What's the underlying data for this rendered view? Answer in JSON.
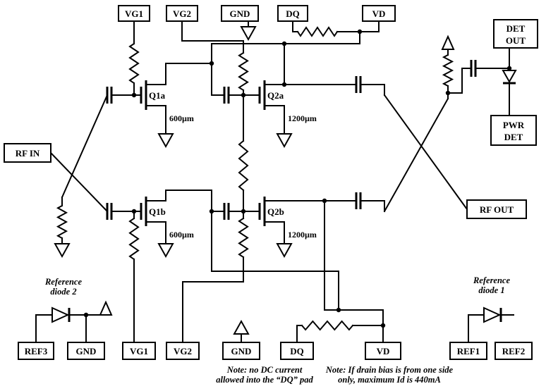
{
  "pads": {
    "top": [
      "VG1",
      "VG2",
      "GND",
      "DQ",
      "VD"
    ],
    "bottom": [
      "REF3",
      "GND",
      "VG1",
      "VG2",
      "GND",
      "DQ",
      "VD",
      "REF1",
      "REF2"
    ]
  },
  "ports": {
    "rf_in": "RF IN",
    "rf_out": "RF OUT",
    "det": {
      "l1": "DET",
      "l2": "OUT"
    },
    "pwr": {
      "l1": "PWR",
      "l2": "DET"
    }
  },
  "transistors": {
    "q1a": {
      "name": "Q1a",
      "size": "600µm"
    },
    "q2a": {
      "name": "Q2a",
      "size": "1200µm"
    },
    "q1b": {
      "name": "Q1b",
      "size": "600µm"
    },
    "q2b": {
      "name": "Q2b",
      "size": "1200µm"
    }
  },
  "annotations": {
    "ref2": {
      "l1": "Reference",
      "l2": "diode 2"
    },
    "ref1": {
      "l1": "Reference",
      "l2": "diode 1"
    }
  },
  "notes": {
    "dq": {
      "l1": "Note: no DC current",
      "l2": "allowed into the “DQ” pad"
    },
    "drain": {
      "l1": "Note: If drain bias is from one side",
      "l2": "only, maximum Id is 440mA"
    }
  },
  "colors": {
    "ink": "#000000",
    "paper": "#ffffff"
  }
}
